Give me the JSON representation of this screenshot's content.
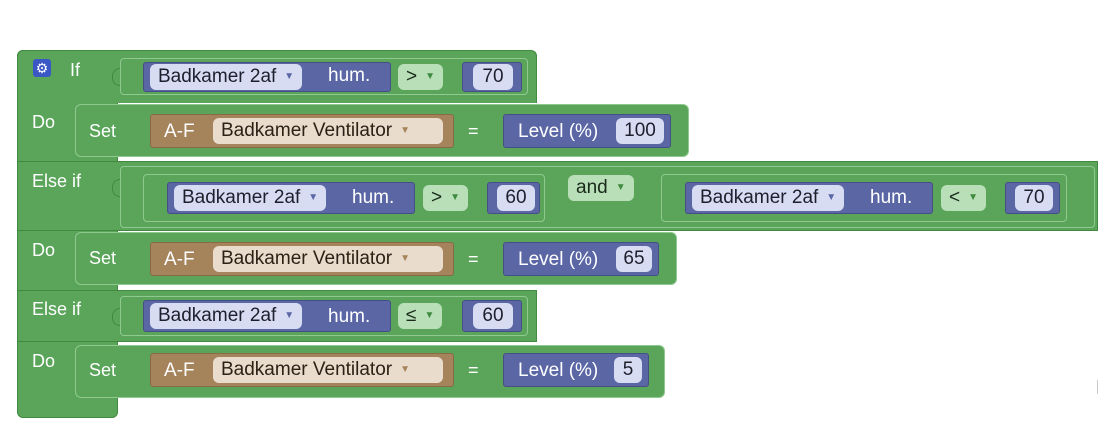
{
  "keywords": {
    "if": "If",
    "do": "Do",
    "else_if": "Else if",
    "set": "Set",
    "and": "and",
    "equals": "="
  },
  "if_condition": {
    "device": "Badkamer 2af",
    "property": "hum.",
    "operator": ">",
    "value": "70"
  },
  "do_1": {
    "actuator_label": "A-F",
    "actuator": "Badkamer Ventilator",
    "level_label": "Level (%)",
    "level": "100"
  },
  "else_if_1": {
    "left": {
      "device": "Badkamer 2af",
      "property": "hum.",
      "operator": ">",
      "value": "60"
    },
    "joiner": "and",
    "right": {
      "device": "Badkamer 2af",
      "property": "hum.",
      "operator": "<",
      "value": "70"
    }
  },
  "do_2": {
    "actuator_label": "A-F",
    "actuator": "Badkamer Ventilator",
    "level_label": "Level (%)",
    "level": "65"
  },
  "else_if_2": {
    "device": "Badkamer 2af",
    "property": "hum.",
    "operator": "≤",
    "value": "60"
  },
  "do_3": {
    "actuator_label": "A-F",
    "actuator": "Badkamer Ventilator",
    "level_label": "Level (%)",
    "level": "5"
  },
  "icons": {
    "settings": "gear-icon",
    "dropdown": "caret-down-icon"
  },
  "colors": {
    "logic_green": "#5ba55b",
    "device_blue": "#5b67a5",
    "actuator_brown": "#a5835b",
    "gear_blue": "#3b57c6"
  }
}
